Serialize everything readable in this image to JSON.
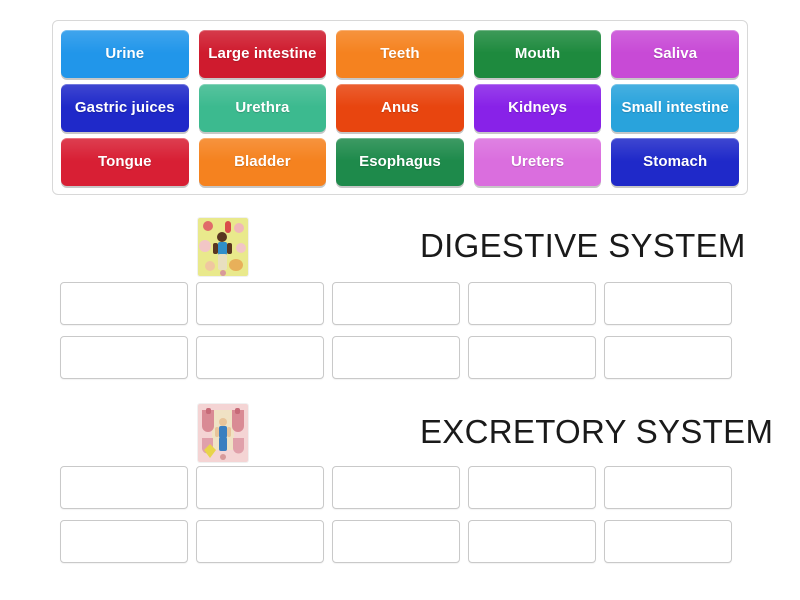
{
  "activity": {
    "type": "group-sort",
    "word_bank": {
      "tiles": [
        {
          "label": "Urine",
          "color": "#2196ea"
        },
        {
          "label": "Large intestine",
          "color": "#cf1b2e"
        },
        {
          "label": "Teeth",
          "color": "#f5821f"
        },
        {
          "label": "Mouth",
          "color": "#1e8a3e"
        },
        {
          "label": "Saliva",
          "color": "#c84ad6"
        },
        {
          "label": "Gastric juices",
          "color": "#1f29c9"
        },
        {
          "label": "Urethra",
          "color": "#3cba8f"
        },
        {
          "label": "Anus",
          "color": "#e8450f"
        },
        {
          "label": "Kidneys",
          "color": "#8822e8"
        },
        {
          "label": "Small intestine",
          "color": "#29a3dc"
        },
        {
          "label": "Tongue",
          "color": "#d81f34"
        },
        {
          "label": "Bladder",
          "color": "#f5821f"
        },
        {
          "label": "Esophagus",
          "color": "#1e8a4b"
        },
        {
          "label": "Ureters",
          "color": "#da6ede"
        },
        {
          "label": "Stomach",
          "color": "#1f29c9"
        }
      ]
    },
    "categories": [
      {
        "title": "DIGESTIVE SYSTEM",
        "icon": "digestive-system-illustration",
        "thumb_bg": "#e8e88a",
        "slot_count": 10
      },
      {
        "title": "EXCRETORY SYSTEM",
        "icon": "excretory-system-illustration",
        "thumb_bg": "#f3d2d2",
        "slot_count": 10
      }
    ]
  },
  "colors": {
    "page_background": "#ffffff",
    "bank_border": "#d8d8d8",
    "slot_border": "#c9c9c9",
    "title_text": "#1a1a1a",
    "tile_text": "#ffffff"
  }
}
